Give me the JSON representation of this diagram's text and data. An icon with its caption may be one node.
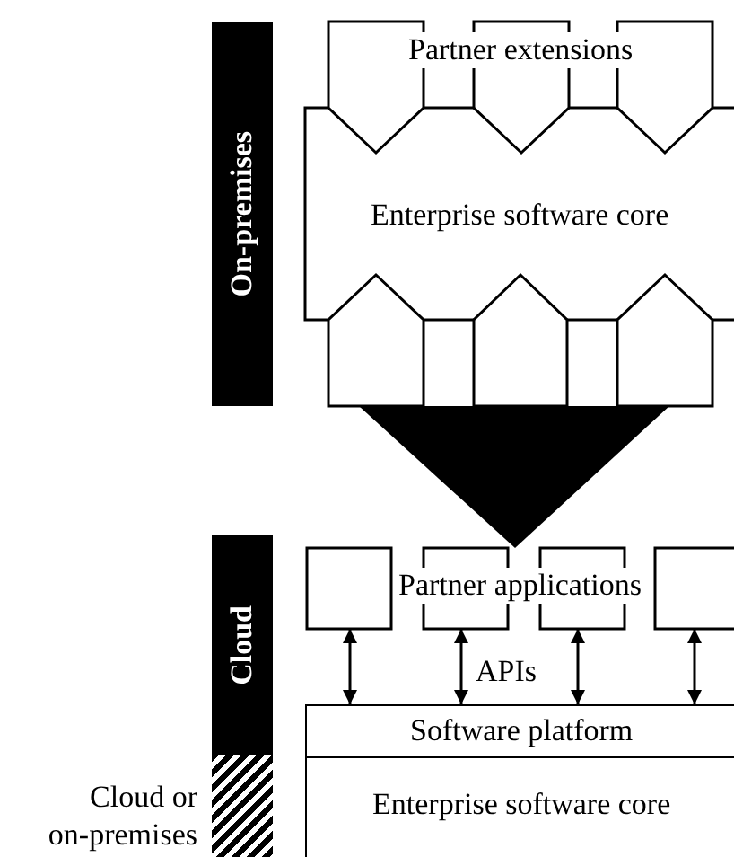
{
  "diagram": {
    "nodes": [
      {
        "text": [
          "On-premises"
        ]
      },
      {
        "text": [
          "Partner extensions"
        ]
      },
      {
        "text": [
          "Enterprise software core"
        ]
      },
      {
        "text": [],
        "shape": "pentagon"
      },
      {
        "text": [],
        "shape": "pentagon"
      },
      {
        "text": [],
        "shape": "pentagon"
      },
      {
        "text": [
          "Cloud"
        ]
      },
      {
        "text": [
          "Partner applications"
        ]
      },
      {
        "text": [
          "Software platform"
        ]
      },
      {
        "text": [
          "Enterprise software core"
        ]
      },
      {
        "text": [],
        "shape": "bar",
        "beside": [
          "Cloud or on-premises"
        ]
      }
    ],
    "edges": [
      {
        "from": 7,
        "to": 8,
        "arrow": "both"
      },
      {
        "from": 7,
        "to": 8,
        "arrow": "both",
        "label": "APIs"
      },
      {
        "from": 7,
        "to": 8,
        "arrow": "both"
      },
      {
        "from": 7,
        "to": 8,
        "arrow": "both"
      },
      {
        "from": 4,
        "to": 7,
        "arrow": "to",
        "style": "thick"
      }
    ]
  }
}
